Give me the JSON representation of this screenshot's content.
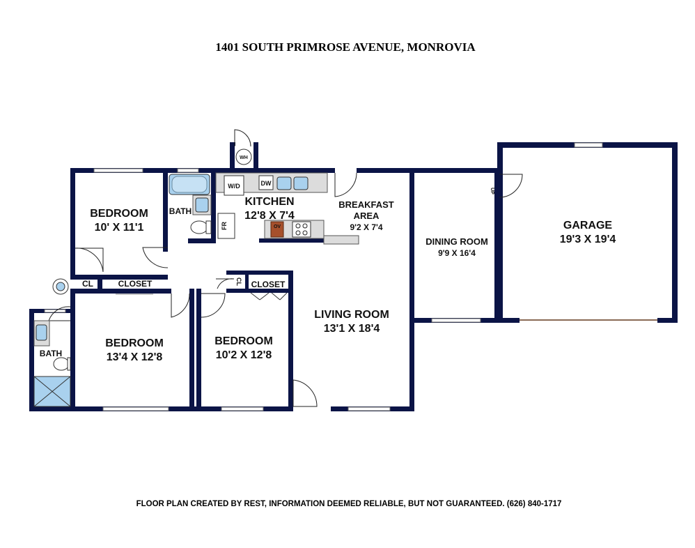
{
  "title": "1401 SOUTH  PRIMROSE AVENUE, MONROVIA",
  "footer": "FLOOR PLAN CREATED BY REST, INFORMATION DEEMED RELIABLE, BUT NOT GUARANTEED. (626) 840-1717",
  "rooms": {
    "bedroom_nw": {
      "name": "BEDROOM",
      "dims": "10' X 11'1"
    },
    "bath_n": {
      "name": "BATH"
    },
    "kitchen": {
      "name": "KITCHEN",
      "dims": "12'8 X 7'4"
    },
    "breakfast": {
      "name1": "BREAKFAST",
      "name2": "AREA",
      "dims": "9'2 X 7'4"
    },
    "dining": {
      "name": "DINING ROOM",
      "dims": "9'9 X 16'4"
    },
    "garage": {
      "name": "GARAGE",
      "dims": "19'3 X 19'4"
    },
    "living": {
      "name": "LIVING ROOM",
      "dims": "13'1 X 18'4"
    },
    "bedroom_sw": {
      "name": "BEDROOM",
      "dims": "13'4 X 12'8"
    },
    "bedroom_s": {
      "name": "BEDROOM",
      "dims": "10'2 X 12'8"
    },
    "bath_w": {
      "name": "BATH"
    }
  },
  "small_labels": {
    "cl_left": "CL",
    "closet_left": "CLOSET",
    "cl_mid": "CL",
    "closet_mid": "CLOSET",
    "wd": "W/D",
    "dw": "DW",
    "fr": "FR",
    "ov": "OV",
    "wh": "WH",
    "up": "UP"
  }
}
